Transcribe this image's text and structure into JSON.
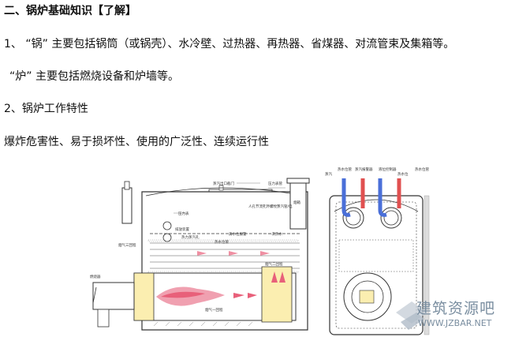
{
  "text": {
    "heading": "二、锅炉基础知识【了解】",
    "p1": "1、 “锅” 主要包括锅筒（或锅壳）、水冷壁、过热器、再热器、省煤器、对流管束及集箱等。",
    "p2": "“炉” 主要包括燃烧设备和炉墙等。",
    "p3": "2、锅炉工作特性",
    "p4": "爆炸危害性、易于损坏性、使用的广泛性、连续运行性"
  },
  "diagram": {
    "labels": {
      "l_a": "蒸汽出口截门",
      "l_b": "压力表",
      "l_c": "人孔节流孔外螺纹蒸汽管/电",
      "l_d": "压力表管",
      "l_e": "烟箱",
      "l_f": "排放装置",
      "l_g": "热力蒸汽孔",
      "l_h": "高水位报警",
      "l_i": "热水位管",
      "l_j": "一次热水",
      "l_k": "烟气三回程",
      "l_l": "燃烧器",
      "l_m": "烟气一回程",
      "l_n": "烟气二回程",
      "r_a": "蒸汽",
      "r_b": "热水位管",
      "r_c": "蒸汽报警器",
      "r_d": "液位控制器",
      "r_e": "热水位",
      "r_f": "热水位管"
    }
  },
  "watermark": {
    "cn": "建筑资源吧",
    "en": "WWW.JZBAR.NET"
  },
  "colors": {
    "flame": "#e8607a",
    "water_blue": "#4a6fd8",
    "water_red": "#e05050",
    "furnace_yellow": "#fbeeb0"
  }
}
